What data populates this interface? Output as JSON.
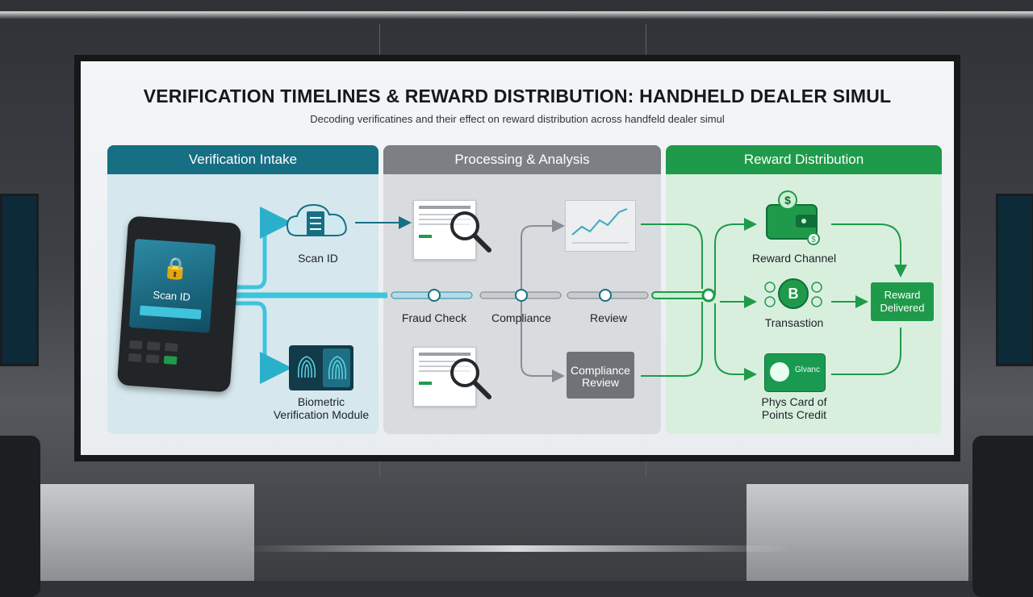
{
  "title": "VERIFICATION TIMELINES & REWARD DISTRIBUTION: HANDHELD DEALER SIMUL",
  "subtitle": "Decoding verificatines and their effect on reward distribution across handfeld dealer simul",
  "sections": {
    "intake": {
      "label": "Verification Intake",
      "color": "#176f84"
    },
    "processing": {
      "label": "Processing & Analysis",
      "color": "#7c8085"
    },
    "reward": {
      "label": "Reward Distribution",
      "color": "#1f9a4a"
    }
  },
  "intake": {
    "terminal_screen_label": "Scan ID",
    "scan_id_label": "Scan ID",
    "biometric_label_line1": "Biometric",
    "biometric_label_line2": "Verification Module"
  },
  "processing": {
    "steps": [
      "Fraud Check",
      "Compliance",
      "Review"
    ],
    "compliance_review_line1": "Compliance",
    "compliance_review_line2": "Review"
  },
  "reward": {
    "reward_channel": "Reward Channel",
    "transaction": "Transastion",
    "card_line1": "Phys Card of",
    "card_line2": "Points Credit",
    "card_text": "Glvanc",
    "delivered_line1": "Reward",
    "delivered_line2": "Delivered"
  },
  "colors": {
    "teal": "#176f84",
    "cyan_flow": "#3fc4dc",
    "gray": "#7c8085",
    "green": "#1f9a4a"
  }
}
